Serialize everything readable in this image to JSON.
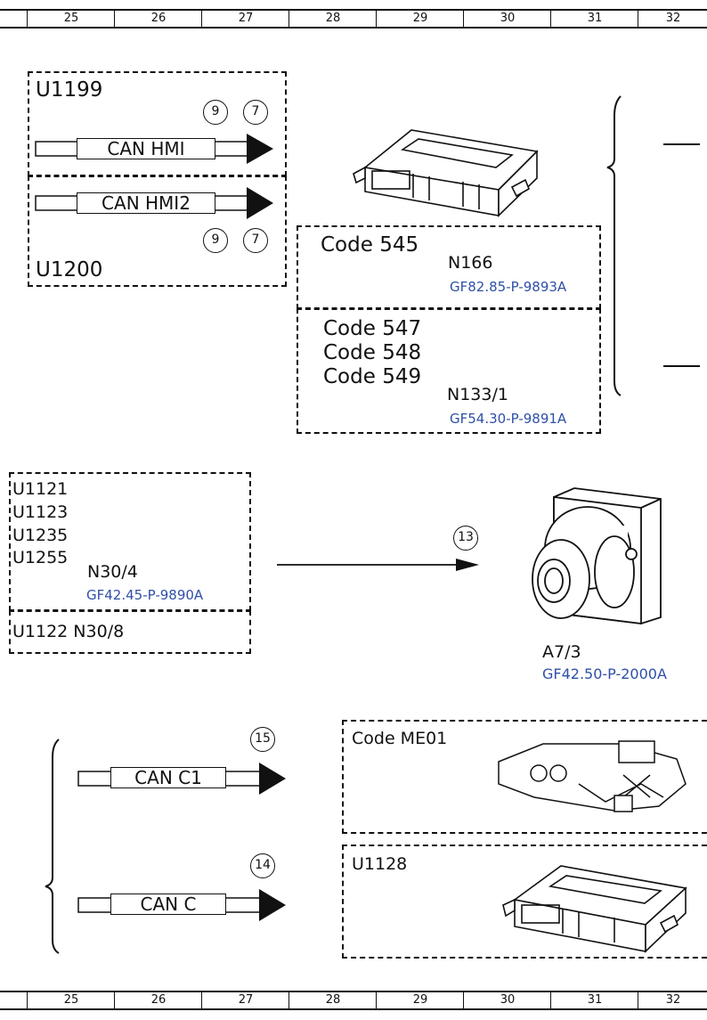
{
  "grid_columns": [
    "25",
    "26",
    "27",
    "28",
    "29",
    "30",
    "31",
    "32"
  ],
  "bus_top": {
    "title": "U1199",
    "bus_label": "CAN HMI",
    "circles": [
      "9",
      "7"
    ]
  },
  "bus_bottom": {
    "title": "U1200",
    "bus_label": "CAN HMI2",
    "circles": [
      "9",
      "7"
    ]
  },
  "unit_n166": {
    "code": "Code 545",
    "component": "N166",
    "ref": "GF82.85-P-9893A"
  },
  "unit_n133": {
    "codes": [
      "Code 547",
      "Code 548",
      "Code 549"
    ],
    "component": "N133/1",
    "ref": "GF54.30-P-9891A"
  },
  "unit_n30": {
    "codes": [
      "U1121",
      "U1123",
      "U1235",
      "U1255"
    ],
    "component": "N30/4",
    "ref": "GF42.45-P-9890A",
    "alt": "U1122 N30/8"
  },
  "connector_13": "13",
  "unit_a7": {
    "component": "A7/3",
    "ref": "GF42.50-P-2000A"
  },
  "bus_c1": {
    "label": "CAN C1",
    "circle": "15"
  },
  "bus_c": {
    "label": "CAN C",
    "circle": "14"
  },
  "unit_me01": {
    "code": "Code ME01"
  },
  "unit_u1128": {
    "code": "U1128"
  },
  "colors": {
    "reference_blue": "#2f4fa8",
    "line": "#111111"
  }
}
